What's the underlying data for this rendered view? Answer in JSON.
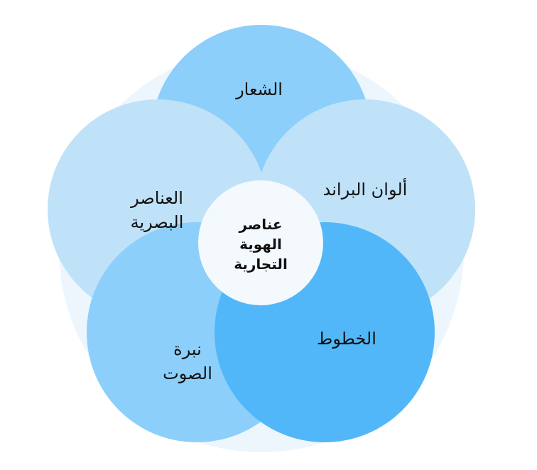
{
  "diagram": {
    "center": {
      "lines": [
        "عناصر",
        "الهوية",
        "التجارية"
      ],
      "color": "#f4f9fe"
    },
    "backdrop_color": "#eef6fd",
    "petals": [
      {
        "id": "logo",
        "lines": [
          "الشعار"
        ],
        "color": "#8ccffa"
      },
      {
        "id": "brand-colors",
        "lines": [
          "ألوان البراند"
        ],
        "color": "#bfe2f9"
      },
      {
        "id": "fonts",
        "lines": [
          "الخطوط"
        ],
        "color": "#52b7f8"
      },
      {
        "id": "tone-of-voice",
        "lines": [
          "نبرة",
          "الصوت"
        ],
        "color": "#8ccffa"
      },
      {
        "id": "visual-elements",
        "lines": [
          "العناصر",
          "البصرية"
        ],
        "color": "#bfe2f9"
      }
    ]
  }
}
